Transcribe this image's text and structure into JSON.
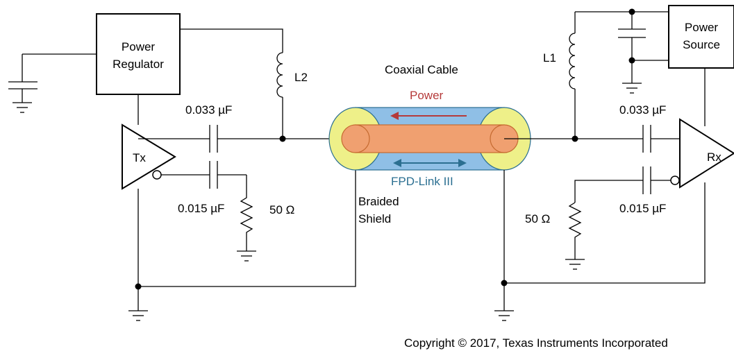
{
  "blocks": {
    "power_regulator": [
      "Power",
      "Regulator"
    ],
    "power_source": [
      "Power",
      "Source"
    ],
    "tx": "Tx",
    "rx": "Rx"
  },
  "inductors": {
    "left": "L2",
    "right": "L1"
  },
  "capacitors": {
    "tx_top": "0.033 µF",
    "tx_bottom": "0.015 µF",
    "rx_top": "0.033 µF",
    "rx_bottom": "0.015 µF"
  },
  "resistors": {
    "tx": "50 Ω",
    "rx": "50 Ω"
  },
  "cable": {
    "title": "Coaxial Cable",
    "power_label": "Power",
    "data_label": "FPD-Link III",
    "shield_label": [
      "Braided",
      "Shield"
    ]
  },
  "colors": {
    "power_arrow": "#b53a3a",
    "data_arrow": "#2b6f91",
    "shield_fill": "#8fbfe6",
    "end_fill": "#eef089",
    "core_fill": "#f0a070"
  },
  "copyright": "Copyright © 2017, Texas Instruments Incorporated"
}
